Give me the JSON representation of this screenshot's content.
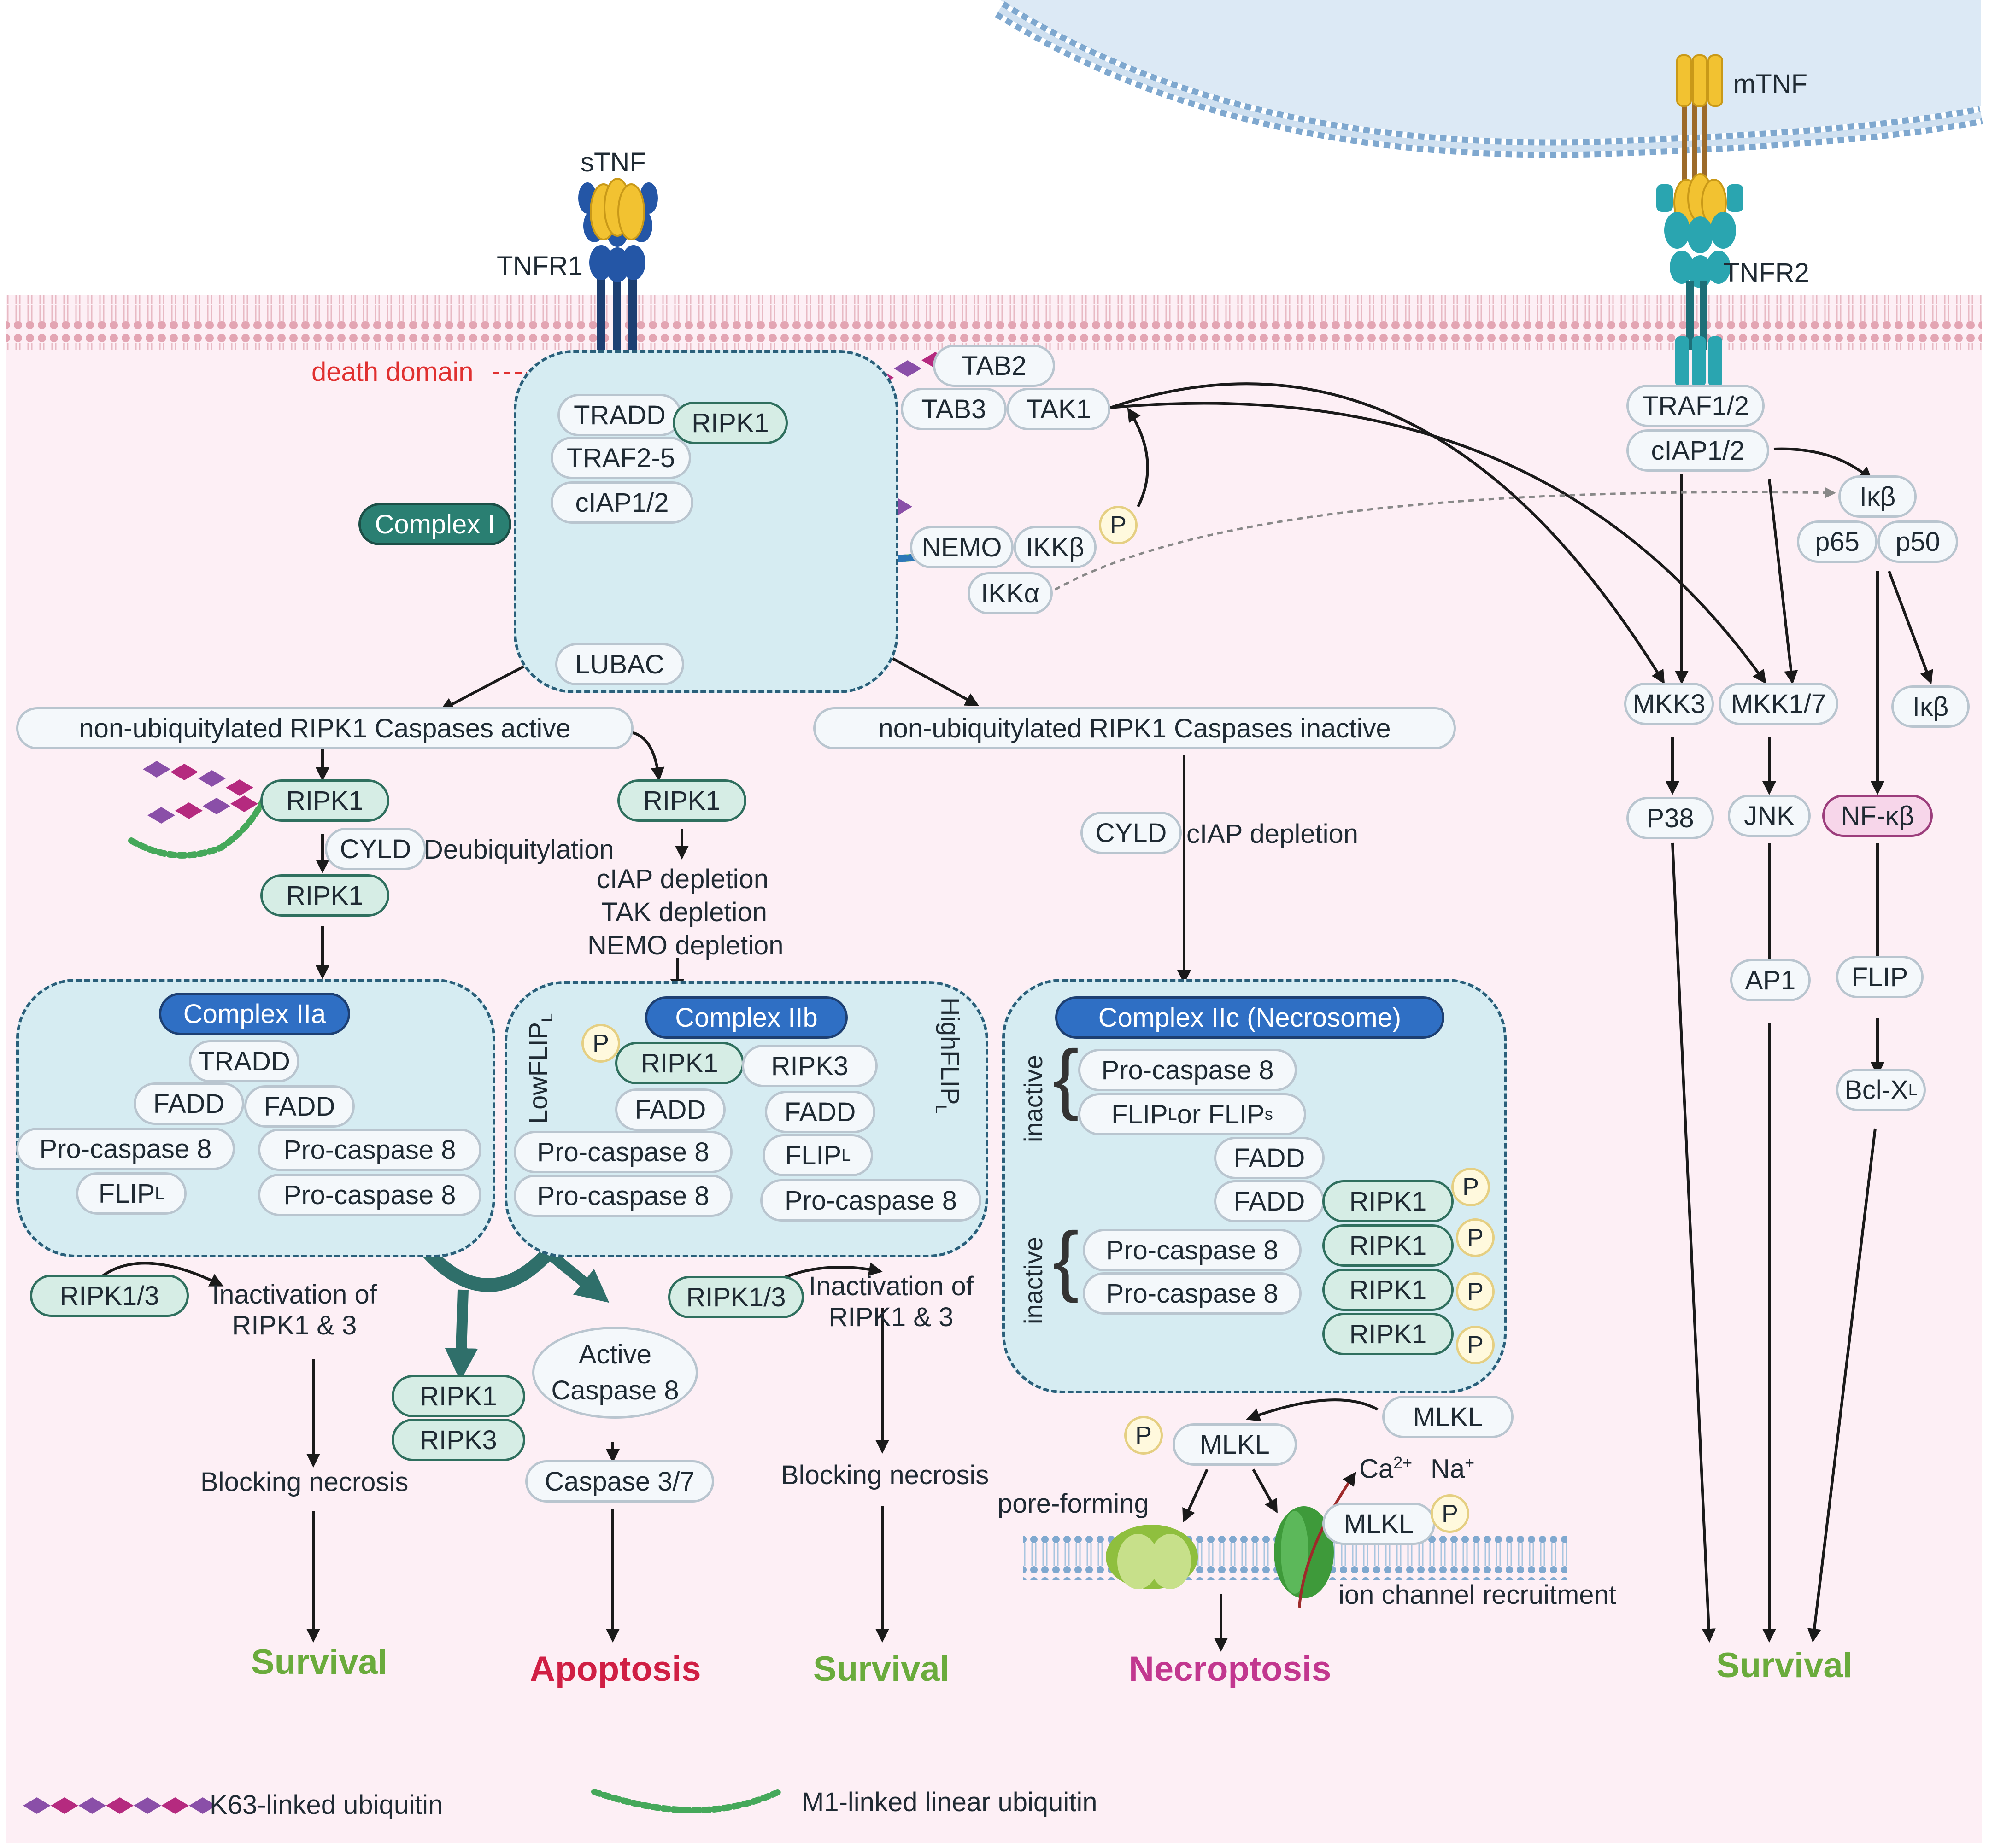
{
  "receptors": {
    "stnf": "sTNF",
    "tnfr1": "TNFR1",
    "death_domain": "death domain",
    "mtnf": "mTNF",
    "tnfr2": "TNFR2"
  },
  "complex1": {
    "label": "Complex I",
    "tradd": "TRADD",
    "traf": "TRAF2-5",
    "ciap": "cIAP1/2",
    "lubac": "LUBAC",
    "ripk1": "RIPK1",
    "tab2": "TAB2",
    "tab3": "TAB3",
    "tak1": "TAK1",
    "nemo": "NEMO",
    "ikkb": "IKKβ",
    "ikka": "IKKα",
    "p": "P"
  },
  "tnfr2_path": {
    "traf12": "TRAF1/2",
    "ciap12": "cIAP1/2",
    "ikb_top": "Iκβ",
    "p65": "p65",
    "p50": "p50",
    "ikb_right": "Iκβ",
    "mkk3": "MKK3",
    "mkk17": "MKK1/7",
    "p38": "P38",
    "jnk": "JNK",
    "nfkb": "NF-κβ",
    "ap1": "AP1",
    "flip": "FLIP",
    "bclxl_main": "Bcl-X",
    "bclxl_sub": "L"
  },
  "branches": {
    "active": "non-ubiquitylated RIPK1 Caspases active",
    "inactive": "non-ubiquitylated RIPK1 Caspases inactive",
    "ripk1": "RIPK1",
    "cyld": "CYLD",
    "deubiq": "Deubiquitylation",
    "ciap_depl": "cIAP depletion",
    "tak_depl": "TAK depletion",
    "nemo_depl": "NEMO depletion",
    "ciap_depletion2": "cIAP depletion"
  },
  "complex2a": {
    "title": "Complex IIa",
    "tradd": "TRADD",
    "fadd": "FADD",
    "procasp": "Pro-caspase 8",
    "flipl_main": "FLIP",
    "flipl_sub": "L"
  },
  "complex2b": {
    "title": "Complex IIb",
    "low_main": "LowFLIP",
    "low_sub": "L",
    "high_main": "HighFLIP",
    "high_sub": "L",
    "p": "P",
    "ripk1": "RIPK1",
    "ripk3": "RIPK3",
    "fadd": "FADD",
    "procasp": "Pro-caspase 8",
    "flipl_main": "FLIP",
    "flipl_sub": "L"
  },
  "complex2c": {
    "title": "Complex IIc (Necrosome)",
    "inactive": "inactive",
    "procasp": "Pro-caspase 8",
    "flip_a": "FLIP",
    "flip_a_sub": "L",
    "flip_or": "or FLIP",
    "flip_b_sub": "s",
    "fadd": "FADD",
    "ripk1": "RIPK1",
    "p": "P"
  },
  "lower": {
    "ripk13": "RIPK1/3",
    "inact_line1": "Inactivation of",
    "inact_line2": "RIPK1 & 3",
    "blocking": "Blocking necrosis",
    "ripk1": "RIPK1",
    "ripk3": "RIPK3",
    "active_casp_l1": "Active",
    "active_casp_l2": "Caspase 8",
    "casp37": "Caspase 3/7",
    "mlkl": "MLKL",
    "p": "P",
    "pore": "pore-forming",
    "ca_main": "Ca",
    "ca_sup": "2+",
    "na_main": "Na",
    "na_sup": "+",
    "ion": "ion channel recruitment"
  },
  "outcomes": {
    "survival": "Survival",
    "apoptosis": "Apoptosis",
    "necroptosis": "Necroptosis"
  },
  "legend": {
    "k63": "K63-linked ubiquitin",
    "m1": "M1-linked linear ubiquitin"
  },
  "colors": {
    "survival": "#6aab3c",
    "apoptosis": "#d01f44",
    "necroptosis": "#c2378f",
    "k63_purple": "#8a4fa8",
    "k63_magenta": "#b52a7f",
    "m1_green": "#45a85a",
    "m1_blue": "#2d78b8",
    "receptor_blue": "#2456a6",
    "ligand_yellow": "#f2c231",
    "tnfr2_teal": "#2aa5b0"
  }
}
